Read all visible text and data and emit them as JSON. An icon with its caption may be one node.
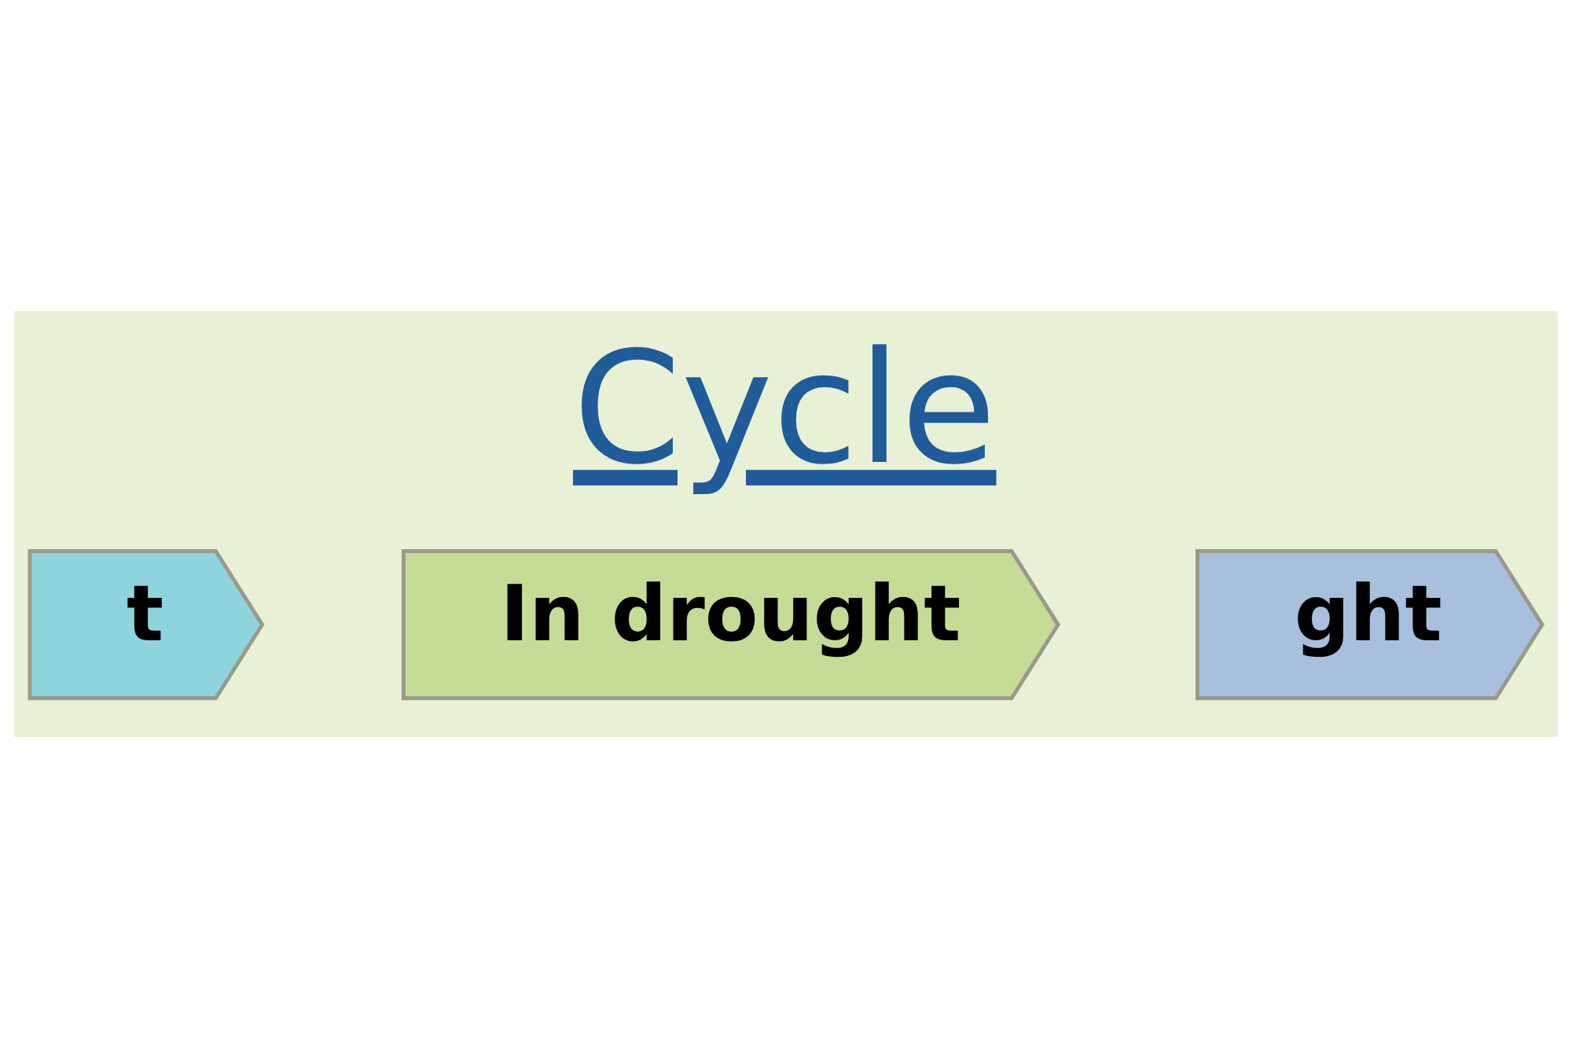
{
  "diagram": {
    "title": "Cycle",
    "nodes": [
      {
        "text": [
          "ght"
        ]
      },
      {
        "text": [
          "t"
        ]
      },
      {
        "text": [
          "In drought"
        ]
      }
    ]
  }
}
